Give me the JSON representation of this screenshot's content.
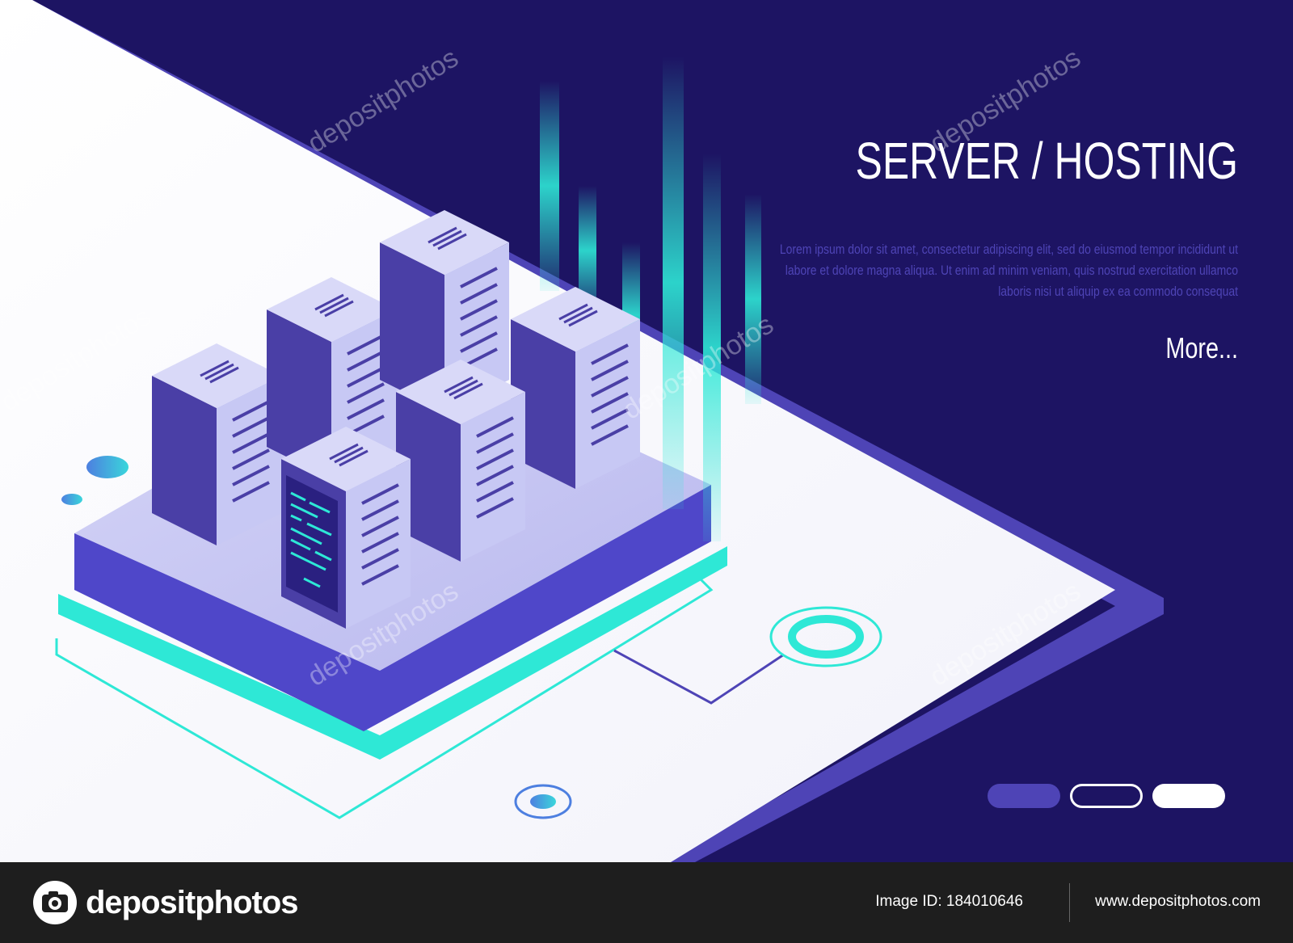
{
  "banner": {
    "title": "SERVER / HOSTING",
    "description": "Lorem ipsum dolor sit amet, consectetur adipiscing elit, sed do eiusmod tempor incididunt ut labore et dolore magna aliqua. Ut enim ad minim veniam, quis nostrud exercitation ullamco laboris nisi ut aliquip ex ea commodo consequat",
    "more_label": "More..."
  },
  "pager": {
    "count": 3,
    "active": 1
  },
  "watermark": "depositphotos",
  "footer": {
    "brand": "depositphotos",
    "image_id": "Image ID: 184010646",
    "site": "www.depositphotos.com"
  },
  "colors": {
    "background": "#1d1463",
    "light_band": "#ffffff",
    "server_light": "#c7c8f4",
    "server_dark": "#4a3fa6",
    "accent_cyan": "#2ee8d6",
    "accent_purple": "#4e44b6",
    "footer": "#1e1e1e"
  }
}
